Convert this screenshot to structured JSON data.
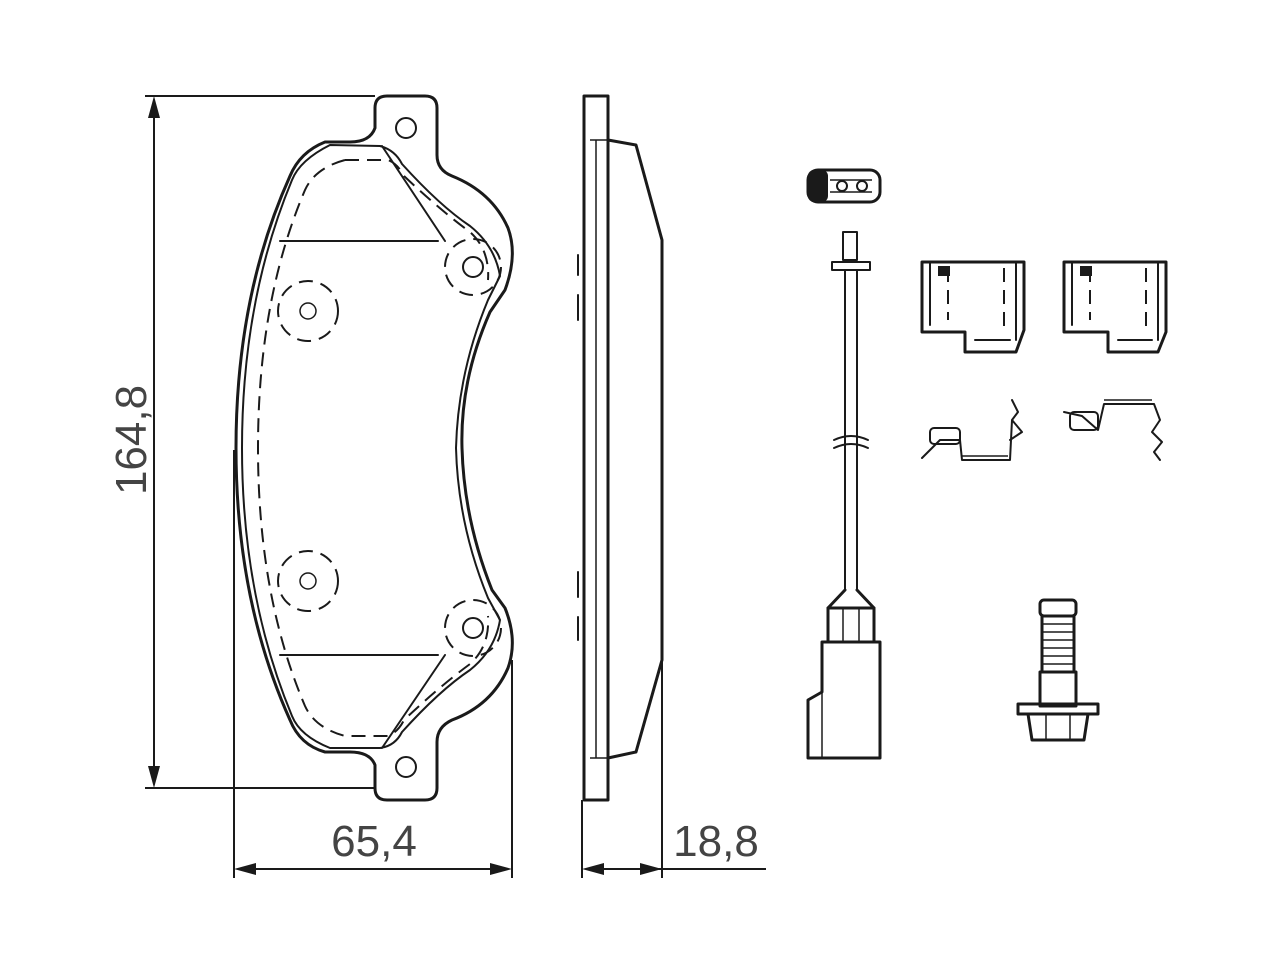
{
  "dimensions": {
    "height": "164,8",
    "width": "65,4",
    "thickness": "18,8"
  }
}
